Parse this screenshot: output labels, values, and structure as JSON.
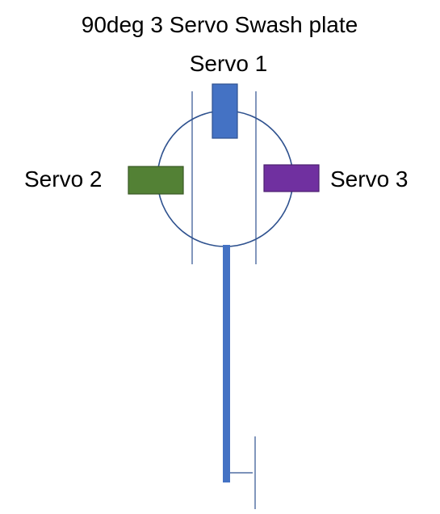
{
  "diagram": {
    "title": "90deg 3 Servo Swash plate",
    "servos": [
      {
        "id": "servo-1",
        "label": "Servo 1",
        "color": "#4472C4",
        "border": "#2F528F"
      },
      {
        "id": "servo-2",
        "label": "Servo 2",
        "color": "#538135",
        "border": "#385723"
      },
      {
        "id": "servo-3",
        "label": "Servo 3",
        "color": "#7030A0",
        "border": "#4B1F6E"
      }
    ],
    "colors": {
      "swashplate_outline": "#2F528F",
      "main_shaft": "#4472C4",
      "guide_lines": "#2F528F"
    }
  }
}
